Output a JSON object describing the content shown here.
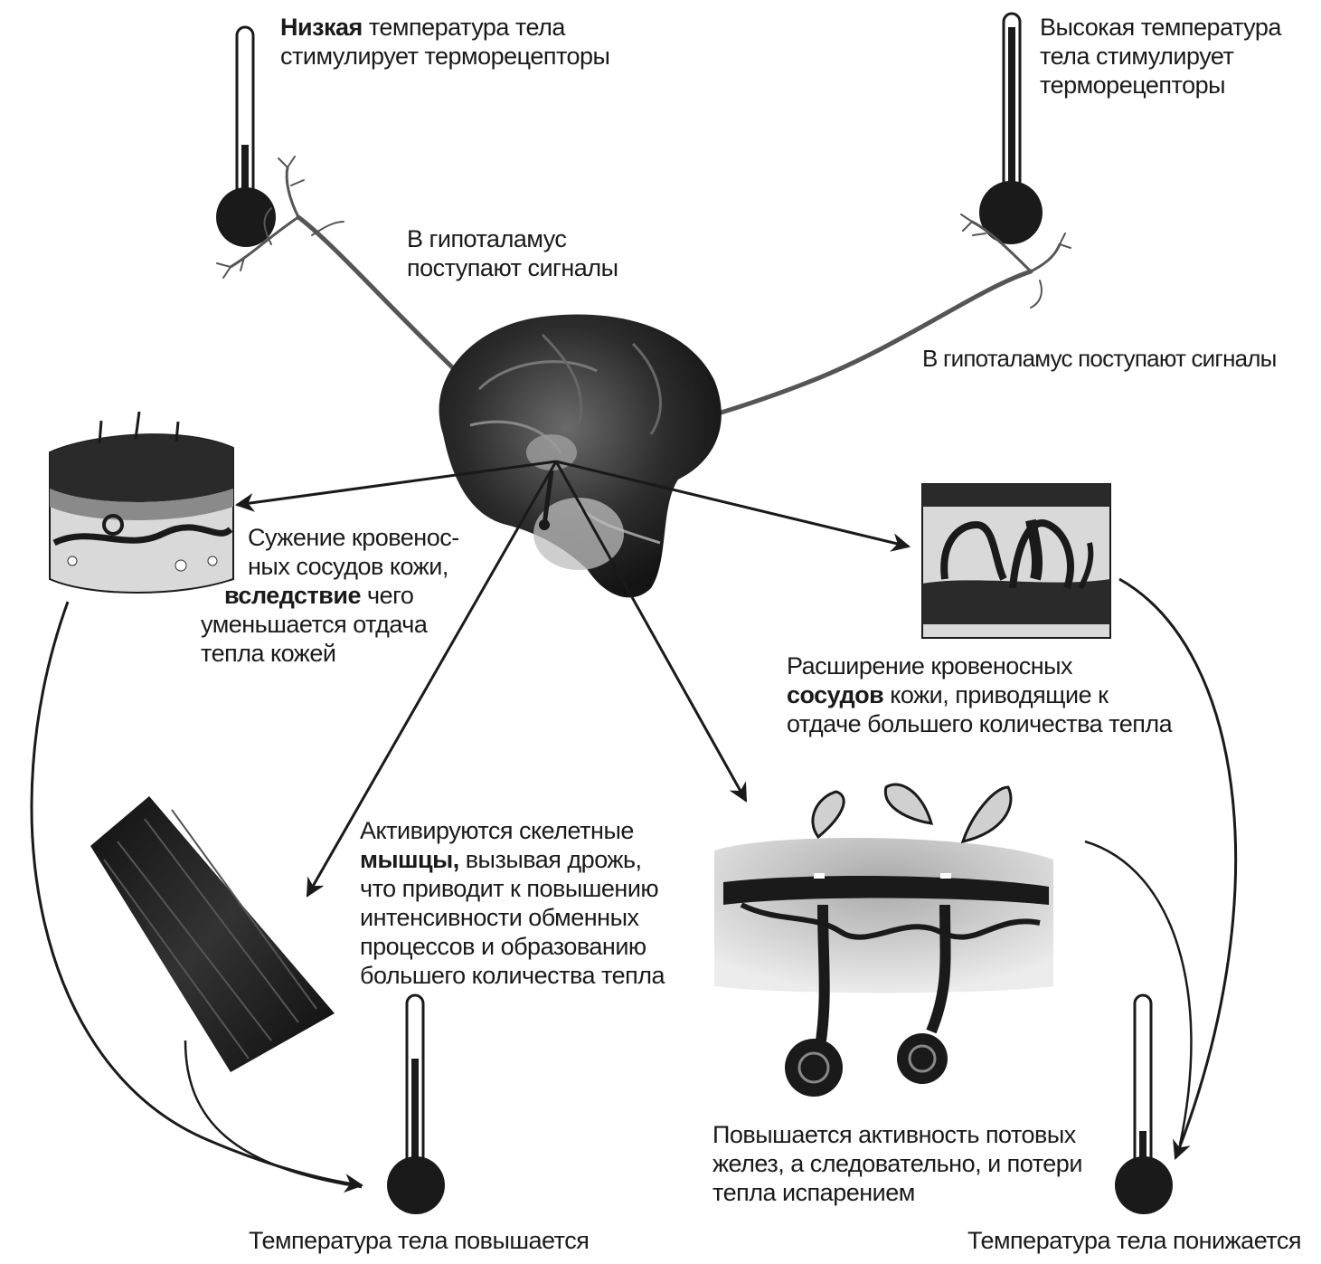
{
  "labels": {
    "low_temp": {
      "bold": "Низкая",
      "line1_rest": " температура тела",
      "line2": "стимулирует  терморецепторы"
    },
    "high_temp": {
      "line1": "Высокая  температура",
      "line2": "тела  стимулирует",
      "line3": "терморецепторы"
    },
    "signals_left": {
      "line1": "В гипоталамус",
      "line2": "поступают  сигналы"
    },
    "signals_right": {
      "line1": "В гипоталамус поступают сигналы"
    },
    "constriction": {
      "line1": "Сужение  кровенос-",
      "line2": "ных сосудов кожи,",
      "line3_bold": "вследствие",
      "line3_rest": " чего",
      "line4": "уменьшается отдача",
      "line5": "тепла кожей"
    },
    "dilation": {
      "line1": "Расширение кровеносных",
      "line2_bold": "сосудов",
      "line2_rest": " кожи, приводящие к",
      "line3": "отдаче  большего  количества  тепла"
    },
    "muscles": {
      "line1": "Активируются  скелетные",
      "line2_bold": "мышцы,",
      "line2_rest": " вызывая дрожь,",
      "line3": "что  приводит  к  повышению",
      "line4": "интенсивности  обменных",
      "line5": "процессов  и  образованию",
      "line6": "большего  количества  тепла"
    },
    "sweat": {
      "line1": "Повышается  активность  потовых",
      "line2": "желез,  а  следовательно,  и  потери",
      "line3": "тепла   испарением"
    },
    "temp_rises": "Температура  тела  повышается",
    "temp_falls": "Температура  тела  понижается"
  },
  "colors": {
    "ink": "#1a1a1a",
    "tissue_dark": "#2a2a2a",
    "tissue_mid": "#8a8a8a",
    "tissue_light": "#cfcfcf",
    "background": "#ffffff"
  }
}
